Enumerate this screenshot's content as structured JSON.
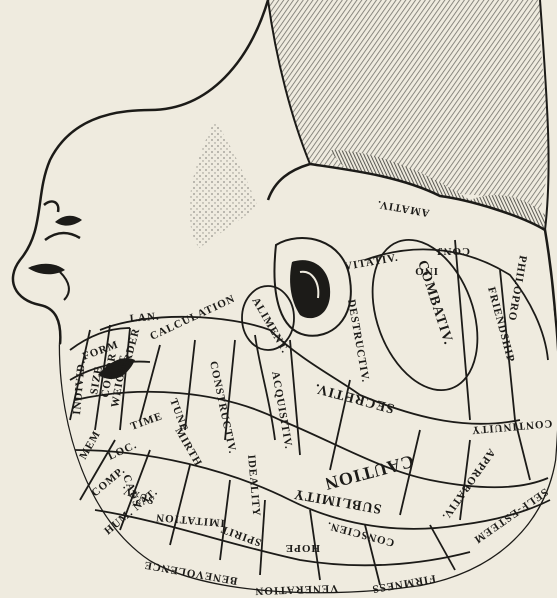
{
  "image": {
    "subject": "phrenology-head-illustration",
    "colors": {
      "paper": "#efebdf",
      "ink": "#1c1b18",
      "shade": "#6b6a64"
    }
  },
  "labels": {
    "caution": "CAUTION",
    "combativ": "COMBATIV.",
    "secretiv": "SECRETIV.",
    "destructiv": "DESTRUCTIV.",
    "acquisitiv": "ACQUISITIV.",
    "constructiv": "CONSTRUCTIV.",
    "aliment": "ALIMENT.",
    "sublimity": "SUBLIMITY",
    "ideality": "IDEALITY",
    "mirth": "MIRTH",
    "tune": "TUNE",
    "time": "TIME",
    "loc": "LOC.",
    "caus": "CAUS",
    "suav": "SUAV.",
    "comp": "COMP.",
    "mem": "MEM",
    "hum_nat": "HUM. NAT.",
    "imitation": "IMITATION",
    "spirit": "SPIRIT",
    "hope": "HOPE",
    "conscien": "CONSCIEN.",
    "approbativ": "APPROBATIV.",
    "self_esteem": "SELF-ESTEEM",
    "firmness": "FIRMNESS",
    "veneration": "VENERATION",
    "benevolence": "BENEVOLENCE",
    "friendship": "FRIENDSHIP",
    "continuity": "CONTINUITY",
    "calculation": "CALCULATION",
    "order": "ORDER",
    "color": "COLOR",
    "form": "FORM",
    "size": "SIZE",
    "weight": "WEIGHT",
    "lan": "LAN.",
    "individ": "INDIVID.",
    "vitativ": "VITATIV.",
    "amativ": "AMATIV.",
    "conj": "CONJ.",
    "ino": "INO",
    "philopro": "PHILOPRO"
  }
}
